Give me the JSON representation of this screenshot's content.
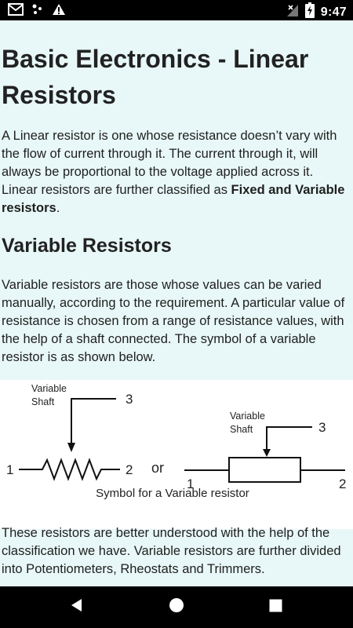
{
  "status_bar": {
    "time": "9:47",
    "left_icons": [
      "gmail-icon",
      "dots-icon",
      "warning-icon"
    ],
    "right_icons": [
      "no-signal-icon",
      "battery-charging-icon"
    ]
  },
  "article": {
    "title": "Basic Electronics - Linear Resistors",
    "intro_plain": "A Linear resistor is one whose resistance doesn’t vary with the flow of current through it. The current through it, will always be proportional to the voltage applied across it. Linear resistors are further classified as ",
    "intro_bold": "Fixed and Variable resistors",
    "intro_end": ".",
    "section_heading": "Variable Resistors",
    "section_text": "Variable resistors are those whose values can be varied manually, according to the requirement. A particular value of resistance is chosen from a range of resistance values, with the help of a shaft connected. The symbol of a variable resistor is as shown below.",
    "figure": {
      "left_shaft_label_1": "Variable",
      "left_shaft_label_2": "Shaft",
      "right_shaft_label_1": "Variable",
      "right_shaft_label_2": "Shaft",
      "pin1_left": "1",
      "pin2_left": "2",
      "pin3_left": "3",
      "or_text": "or",
      "pin1_right": "1",
      "pin2_right": "2",
      "pin3_right": "3",
      "caption": "Symbol for a Variable resistor"
    },
    "closing_text": "These resistors are better understood with the help of the classification we have. Variable resistors are further divided into Potentiometers, Rheostats and Trimmers."
  },
  "nav_bar": {
    "buttons": [
      "back-icon",
      "home-icon",
      "recents-icon"
    ]
  }
}
